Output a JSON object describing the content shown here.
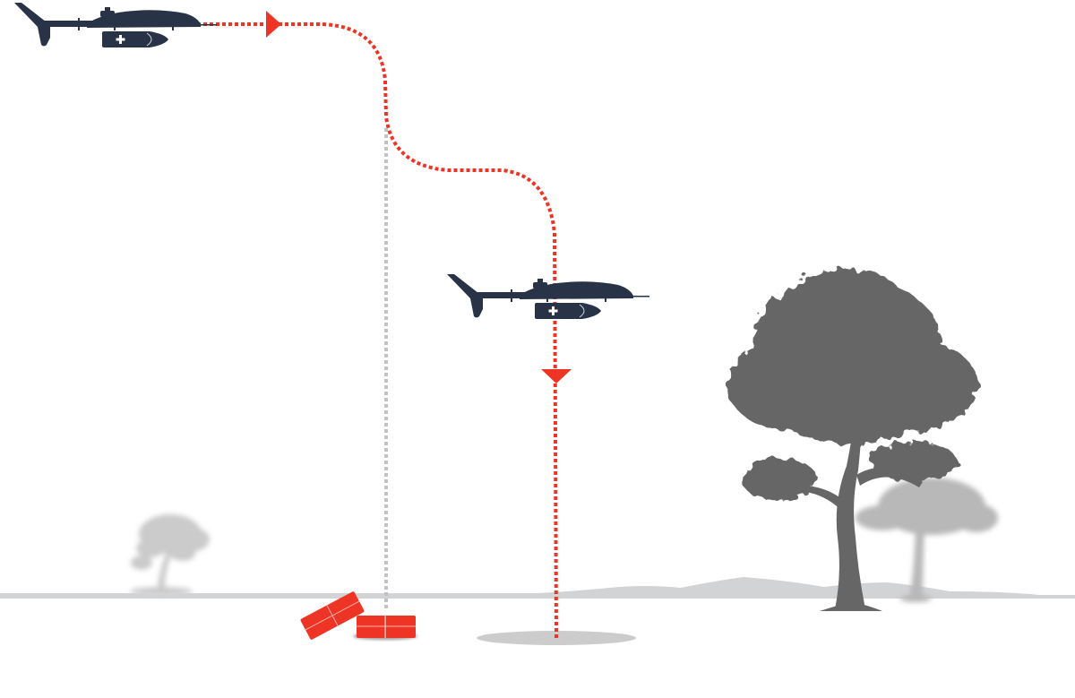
{
  "diagram": {
    "colors": {
      "path": "#ee3424",
      "drone": "#293347",
      "package": "#ee3424",
      "ground": "#d2d3d5",
      "tree": "#666666",
      "tree_faded": "#c9c9c9",
      "tree_shadow": "#b8b8b8",
      "drop_line": "#c2c2c2",
      "landing_shadow": "#cccccc"
    },
    "drone_pod_symbol": "+",
    "elements": {
      "drone_1": "drone",
      "drone_2": "drone",
      "flight_path": "flight-path",
      "drop_line": "drop-line",
      "packages": "packages",
      "tree_main": "tree",
      "tree_background": "tree",
      "landing_zone": "landing-zone"
    }
  }
}
